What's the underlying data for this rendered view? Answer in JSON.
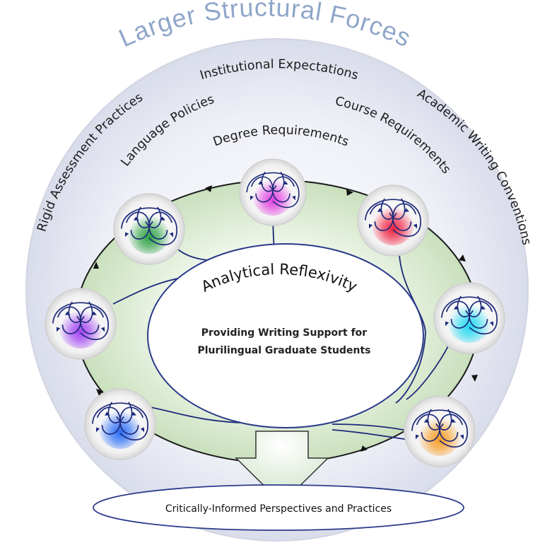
{
  "outer_title": "Larger Structural Forces",
  "forces": {
    "rigid_assessment": "Rigid Assessment Practices",
    "institutional": "Institutional Expectations",
    "academic_writing": "Academic Writing Conventions",
    "language_policies": "Language Policies",
    "course_requirements": "Course Requirements",
    "degree_requirements": "Degree Requirements"
  },
  "center": {
    "title": "Analytical Reflexivity",
    "line1": "Providing Writing Support for",
    "line2": "Plurilingual Graduate Students"
  },
  "outcome": "Critically-Informed Perspectives and Practices",
  "node_colors": {
    "pink": "#e040e0",
    "red": "#f02040",
    "cyan": "#20d8f0",
    "orange": "#f59a20",
    "blue": "#2a6cf5",
    "purple": "#a040f0",
    "green": "#2aa040"
  }
}
